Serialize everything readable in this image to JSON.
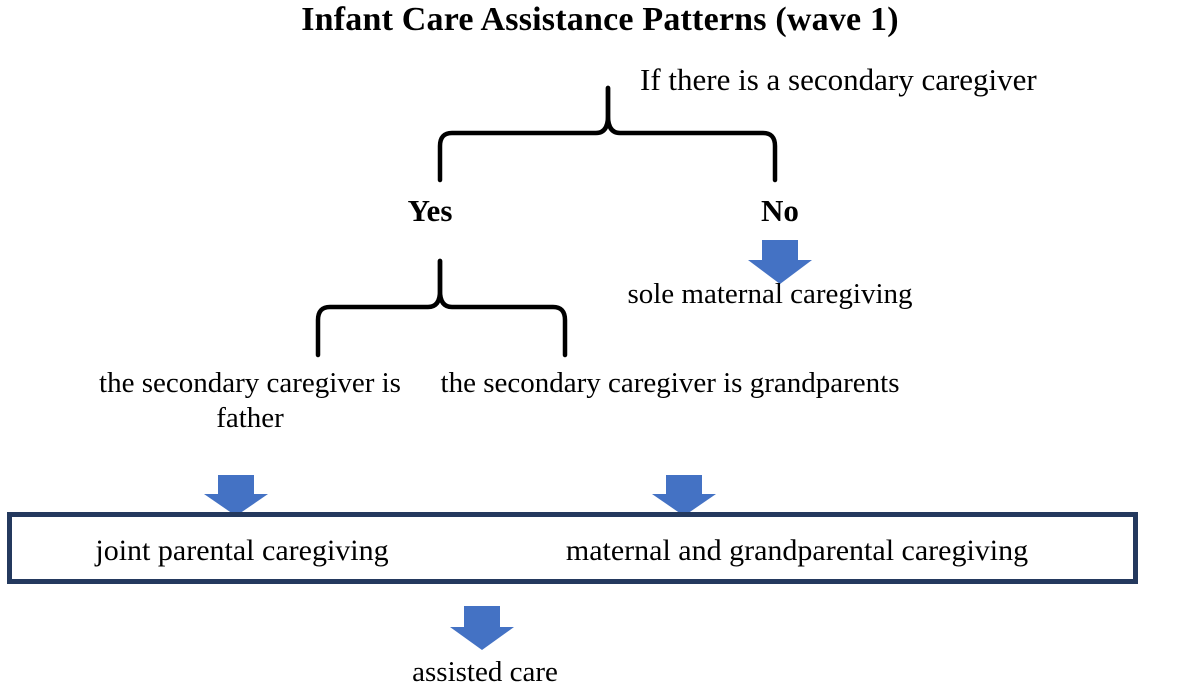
{
  "diagram": {
    "title": "Infant Care Assistance Patterns (wave 1)",
    "root_question": "If there is a secondary caregiver",
    "branch_yes_label": "Yes",
    "branch_no_label": "No",
    "no_outcome": "sole maternal caregiving",
    "yes_child_left": "the secondary caregiver is father",
    "yes_child_right": "the secondary caregiver is grandparents",
    "outcome_left": "joint parental caregiving",
    "outcome_right": "maternal and grandparental caregiving",
    "final_outcome": "assisted care",
    "colors": {
      "arrow_blue": "#4472C4",
      "box_border_navy": "#24395E",
      "text_black": "#000000",
      "background": "#FFFFFF"
    },
    "icons": {
      "arrow_no": "down-arrow-icon",
      "arrow_father": "down-arrow-icon",
      "arrow_grandparents": "down-arrow-icon",
      "arrow_final": "down-arrow-icon",
      "brace_top": "curly-brace-icon",
      "brace_yes": "curly-brace-icon"
    }
  }
}
